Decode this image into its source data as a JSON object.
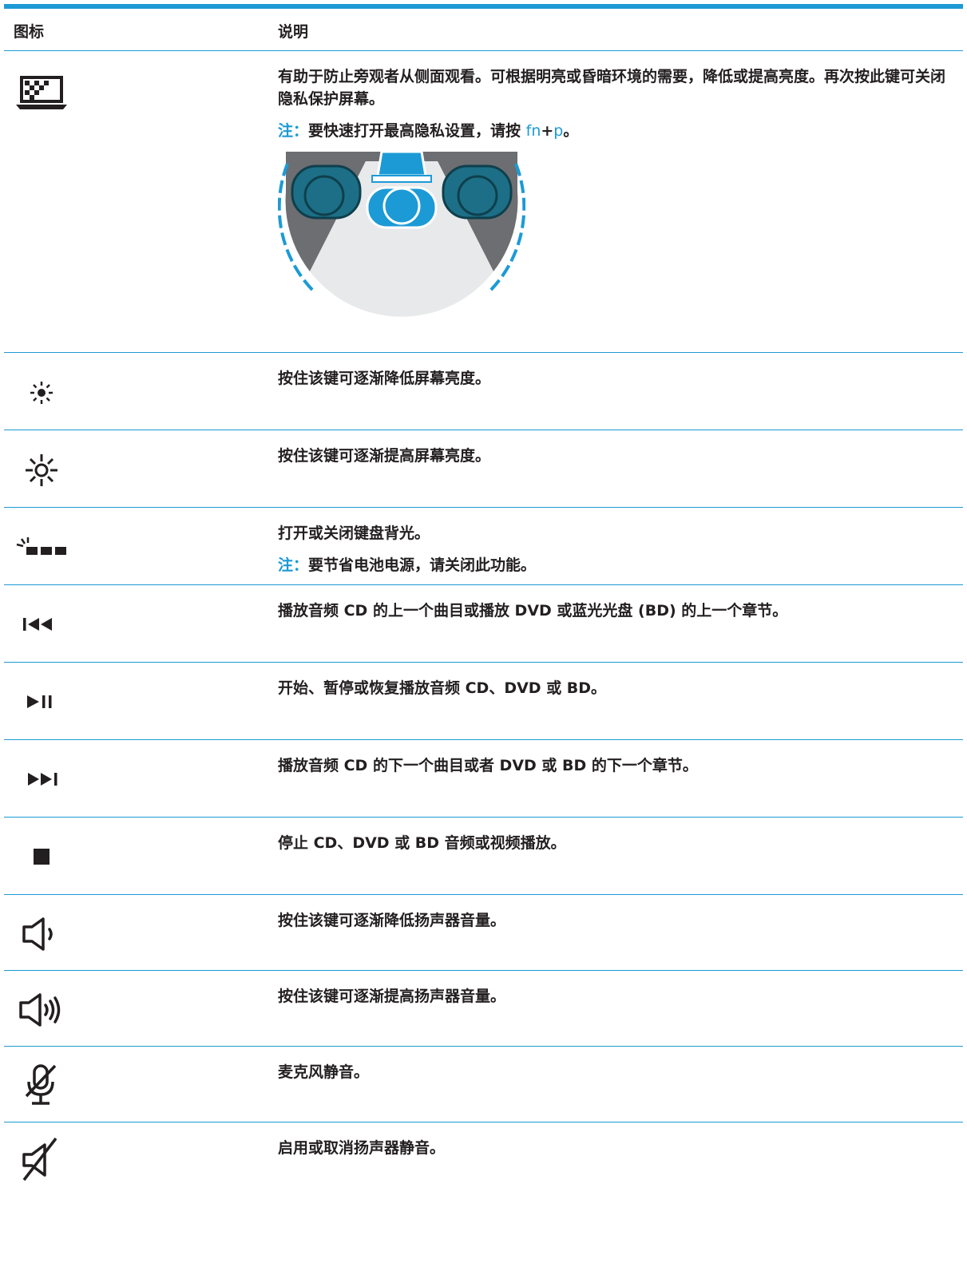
{
  "header": {
    "col_icon": "图标",
    "col_desc": "说明"
  },
  "rows": [
    {
      "icon": "privacy-screen-icon",
      "desc": "有助于防止旁观者从侧面观看。可根据明亮或昏暗环境的需要，降低或提高亮度。再次按此键可关闭隐私保护屏幕。",
      "note_label": "注：",
      "note_text": "要快速打开最高隐私设置，请按 ",
      "key1": "fn",
      "plus": "+",
      "key2": "p",
      "note_end": "。"
    },
    {
      "icon": "brightness-down-icon",
      "desc": "按住该键可逐渐降低屏幕亮度。"
    },
    {
      "icon": "brightness-up-icon",
      "desc": "按住该键可逐渐提高屏幕亮度。"
    },
    {
      "icon": "keyboard-backlight-icon",
      "desc": "打开或关闭键盘背光。",
      "note_label": "注：",
      "note_text": "要节省电池电源，请关闭此功能。"
    },
    {
      "icon": "previous-track-icon",
      "desc": "播放音频 CD 的上一个曲目或播放 DVD 或蓝光光盘 (BD) 的上一个章节。"
    },
    {
      "icon": "play-pause-icon",
      "desc": "开始、暂停或恢复播放音频 CD、DVD 或 BD。"
    },
    {
      "icon": "next-track-icon",
      "desc": "播放音频 CD 的下一个曲目或者 DVD 或 BD 的下一个章节。"
    },
    {
      "icon": "stop-icon",
      "desc": "停止 CD、DVD 或 BD 音频或视频播放。"
    },
    {
      "icon": "volume-down-icon",
      "desc": "按住该键可逐渐降低扬声器音量。"
    },
    {
      "icon": "volume-up-icon",
      "desc": "按住该键可逐渐提高扬声器音量。"
    },
    {
      "icon": "mic-mute-icon",
      "desc": "麦克风静音。"
    },
    {
      "icon": "speaker-mute-icon",
      "desc": "启用或取消扬声器静音。"
    }
  ],
  "colors": {
    "accent": "#1c9ad6",
    "teal": "#1c6f86",
    "gray": "#6d6e71"
  }
}
